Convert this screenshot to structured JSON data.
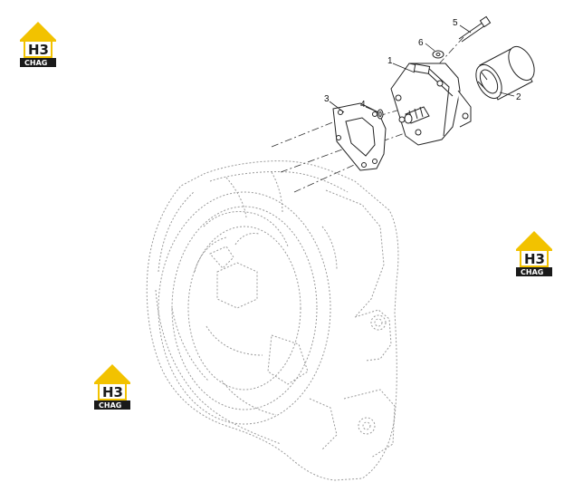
{
  "colors": {
    "logo_yellow": "#f2c200",
    "logo_black": "#1a1a1a",
    "line": "#222222",
    "ghost_line": "#9a9a9a"
  },
  "watermark": {
    "top": "H3",
    "bottom": "CHAG"
  },
  "callouts": [
    {
      "id": "1",
      "label": "1"
    },
    {
      "id": "2",
      "label": "2"
    },
    {
      "id": "3",
      "label": "3"
    },
    {
      "id": "4",
      "label": "4"
    },
    {
      "id": "5",
      "label": "5"
    },
    {
      "id": "6",
      "label": "6"
    }
  ]
}
